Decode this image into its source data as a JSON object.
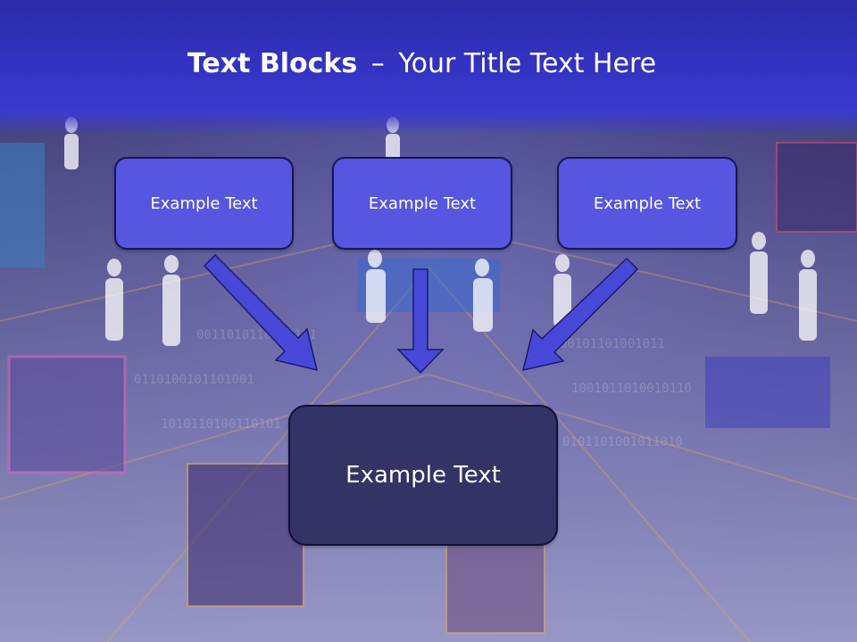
{
  "title": {
    "bold": "Text Blocks",
    "separator": "–",
    "rest": "Your Title Text Here"
  },
  "boxes": {
    "left": "Example Text",
    "middle": "Example Text",
    "right": "Example Text",
    "main": "Example Text"
  },
  "colors": {
    "title_band": "#3434c4",
    "box_fill": "#5656e0",
    "box_border": "#16165a",
    "main_box_fill": "#333366",
    "arrow": "#4848d8"
  }
}
